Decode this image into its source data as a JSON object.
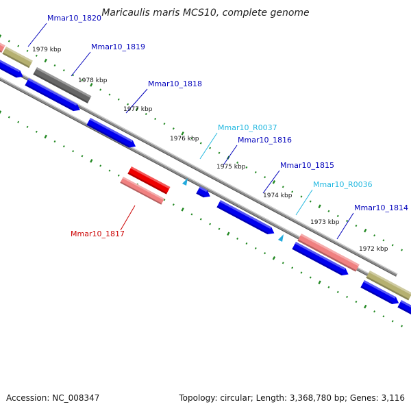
{
  "title": "Maricaulis maris MCS10, complete genome",
  "accession_label": "Accession: NC_008347",
  "summary_label": "Topology: circular; Length: 3,368,780 bp; Genes: 3,116",
  "colors": {
    "backbone": "#808080",
    "cds_forward": "#0000ee",
    "cds_reverse": "#0000ee",
    "pseudo": "#f08080",
    "olive": "#b5b070",
    "gray": "#666666",
    "red": "#ee0000",
    "rna": "#22aadd",
    "tick": "#228822",
    "label_blue": "#0000bb",
    "label_cyan": "#22b8e0",
    "label_red": "#cc0000"
  },
  "ruler_labels": [
    "1979 kbp",
    "1978 kbp",
    "1977 kbp",
    "1976 kbp",
    "1975 kbp",
    "1974 kbp",
    "1973 kbp",
    "1972 kbp"
  ],
  "gene_labels": [
    {
      "name": "Mmar10_1820",
      "type": "cds"
    },
    {
      "name": "Mmar10_1819",
      "type": "cds"
    },
    {
      "name": "Mmar10_1818",
      "type": "cds"
    },
    {
      "name": "Mmar10_R0037",
      "type": "rna"
    },
    {
      "name": "Mmar10_1816",
      "type": "cds"
    },
    {
      "name": "Mmar10_1815",
      "type": "cds"
    },
    {
      "name": "Mmar10_R0036",
      "type": "rna"
    },
    {
      "name": "Mmar10_1814",
      "type": "cds"
    },
    {
      "name": "Mmar10_1817",
      "type": "red"
    }
  ]
}
